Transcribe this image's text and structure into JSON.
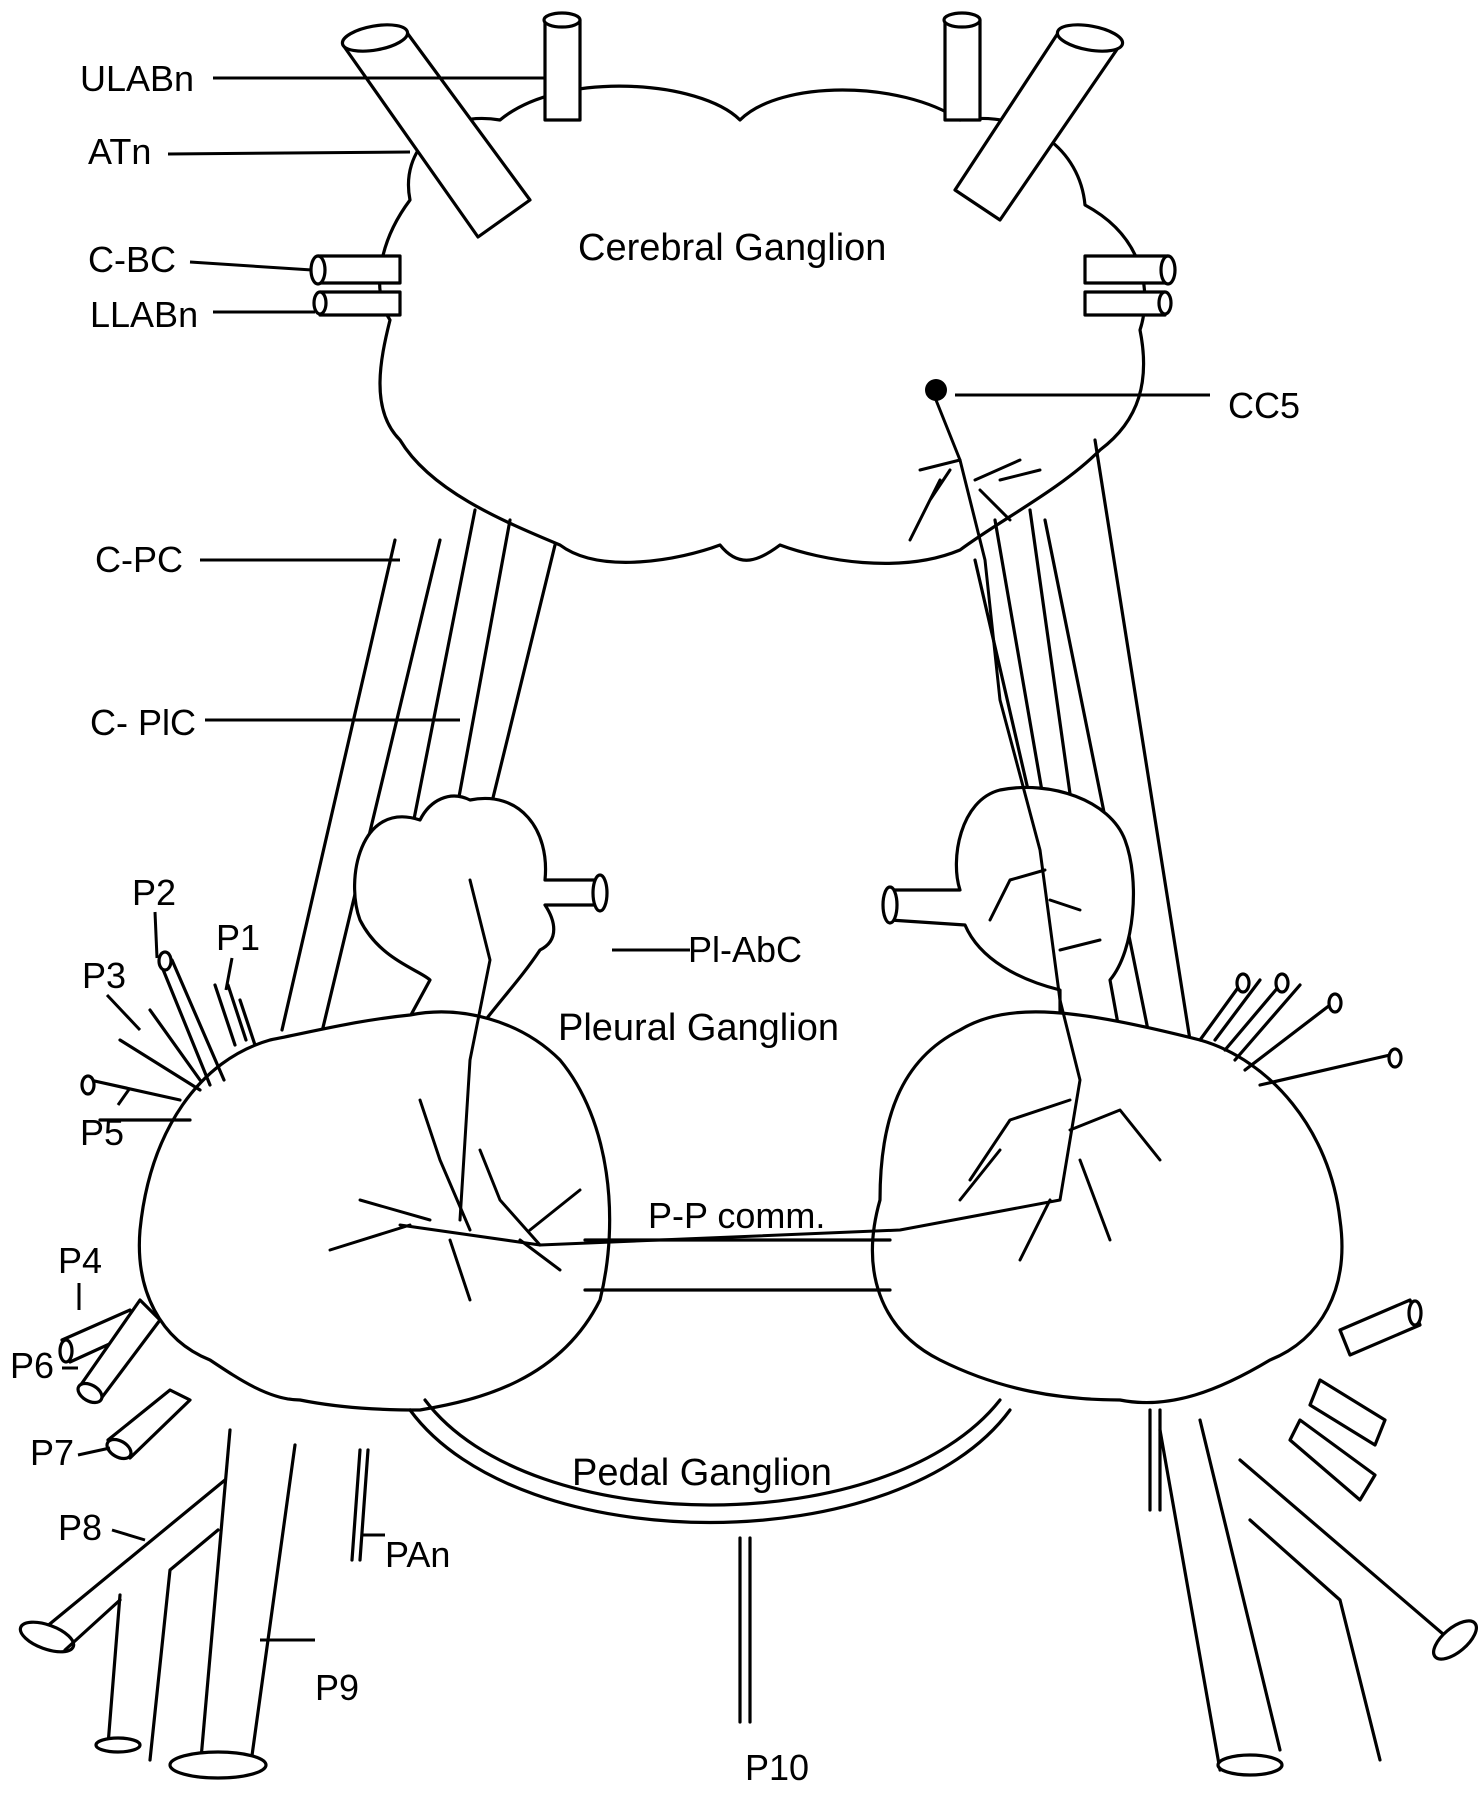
{
  "diagram": {
    "structures": {
      "cerebral": "Cerebral Ganglion",
      "pleural": "Pleural Ganglion",
      "pedal": "Pedal Ganglion",
      "pp_comm": "P-P comm."
    },
    "labels": {
      "ulabn": "ULABn",
      "atn": "ATn",
      "cbc": "C-BC",
      "llabn": "LLABn",
      "cc5": "CC5",
      "cpc": "C-PC",
      "cplc": "C- PlC",
      "plabc": "Pl-AbC",
      "p1": "P1",
      "p2": "P2",
      "p3": "P3",
      "p4": "P4",
      "p5": "P5",
      "p6": "P6",
      "p7": "P7",
      "p8": "P8",
      "p9": "P9",
      "p10": "P10",
      "pan": "PAn"
    },
    "neuron": "CC5"
  }
}
